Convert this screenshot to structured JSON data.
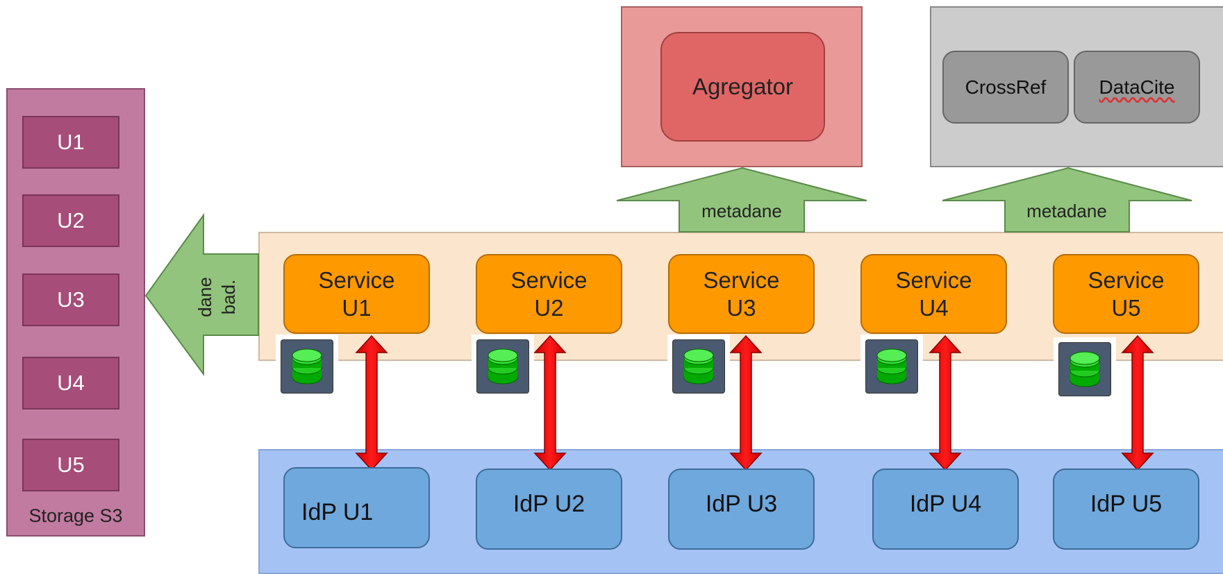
{
  "storage": {
    "label": "Storage S3",
    "items": [
      "U1",
      "U2",
      "U3",
      "U4",
      "U5"
    ]
  },
  "aggregator": {
    "label": "Agregator"
  },
  "pid_providers": {
    "items": [
      "CrossRef",
      "DataCite"
    ]
  },
  "arrows": {
    "metadata_label": "metadane",
    "data_label_line1": "dane",
    "data_label_line2": "bad."
  },
  "services": [
    {
      "line1": "Service",
      "line2": "U1"
    },
    {
      "line1": "Service",
      "line2": "U2"
    },
    {
      "line1": "Service",
      "line2": "U3"
    },
    {
      "line1": "Service",
      "line2": "U4"
    },
    {
      "line1": "Service",
      "line2": "U5"
    }
  ],
  "idps": [
    "IdP U1",
    "IdP U2",
    "IdP U3",
    "IdP U4",
    "IdP U5"
  ],
  "colors": {
    "storage": "#c27ba0",
    "storage_item": "#a64d79",
    "aggregator": "#e06666",
    "service": "#ff9900",
    "idp": "#6fa8dc",
    "arrow_metadata": "#93c47d",
    "arrow_auth": "#ff0000",
    "database": "#00aa00"
  },
  "icons": {
    "database": "database-icon"
  }
}
